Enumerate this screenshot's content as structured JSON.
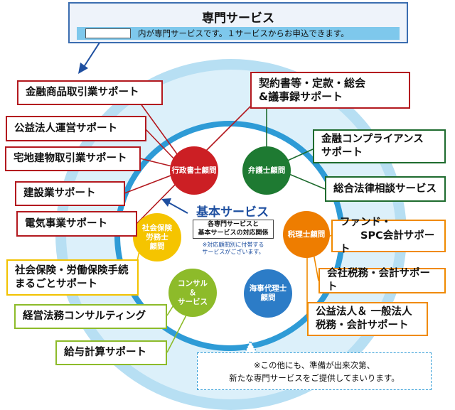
{
  "header": {
    "title": "専門サービス",
    "legend_text": "内が専門サービスです。１サービスからお申込できます。"
  },
  "center": {
    "title": "基本サービス",
    "relation_label": "各専門サービスと\n基本サービスの対応関係",
    "note": "※対応顧問別に付帯する\nサービスがございます。"
  },
  "advisors": {
    "gyosei": "行政書士顧問",
    "bengoshi": "弁護士顧問",
    "zeirishi": "税理士顧問",
    "kaiji": "海事代理士\n顧問",
    "consul": "コンサル\n＆\nサービス",
    "sharoushi": "社会保険\n労務士\n顧問"
  },
  "services": {
    "kinyu_torihiki": "金融商品取引業サポート",
    "koeki_unei": "公益法人運営サポート",
    "takken": "宅地建物取引業サポート",
    "kensetsu": "建設業サポート",
    "denki": "電気事業サポート",
    "keiyaku": "契約書等・定款・総会\n&議事録サポート",
    "compliance": "金融コンプライアンス\nサポート",
    "sogo_horitsu": "総合法律相談サービス",
    "fund_spc": "ファンド・\n　　SPC会計サポート",
    "kaisha_zeimu": "会社税務・会計サポート",
    "koeki_zeimu": "公益法人＆ 一般法人\n税務・会計サポート",
    "shakai_hoken": "社会保険・労働保険手続\nまるごとサポート",
    "keiei_consul": "経営法務コンサルティング",
    "kyuyo": "給与計算サポート"
  },
  "footer_note": "※この他にも、準備が出来次第、\n新たな専門サービスをご提供してまいります。"
}
